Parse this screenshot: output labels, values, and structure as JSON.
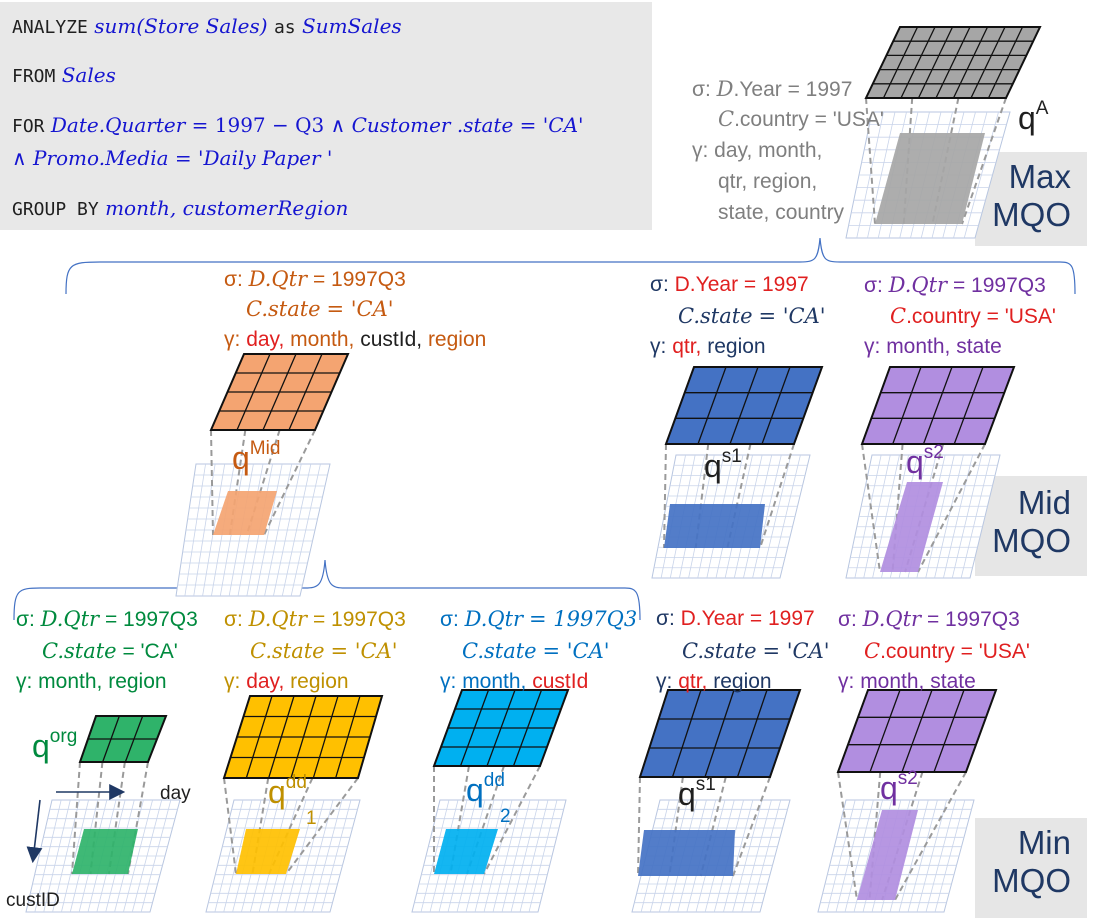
{
  "query": {
    "l1_kw": "ANALYZE",
    "l1_expr": "sum(Store Sales)",
    "l1_as": "as",
    "l1_alias": "SumSales",
    "l2_kw": "FROM",
    "l2_table": "Sales",
    "l3_kw": "FOR",
    "l3_c1": "Date.Quarter",
    "l3_eq1": "= 1997 − Q3 ∧",
    "l3_c2": "Customer .state",
    "l3_eq2": "= 'CA'",
    "l4_and": "∧",
    "l4_c": "Promo.Media",
    "l4_eq": "= 'Daily Paper '",
    "l5_kw": "GROUP  BY",
    "l5_cols": "month, customerRegion"
  },
  "levels": {
    "max_line1": "Max",
    "max_line2": "MQO",
    "mid_line1": "Mid",
    "mid_line2": "MQO",
    "min_line1": "Min",
    "min_line2": "MQO"
  },
  "qA": {
    "sel_prefix": "σ:",
    "sel1_var": "D",
    "sel1_rest": ".Year = 1997",
    "sel2_var": "C",
    "sel2_rest": ".country = 'USA'",
    "grp_prefix": "γ: day, month,",
    "grp_line2": "qtr, region,",
    "grp_line3": "state, country",
    "label": "q",
    "sup": "A"
  },
  "mid": {
    "qmid": {
      "sel_prefix": "σ:",
      "sel1": "D.Qtr",
      "sel1_val": "= 1997Q3",
      "sel2": "C.state",
      "sel2_val": "= 'CA'",
      "grp_prefix": "γ:",
      "g1": "day,",
      "g2": "month,",
      "g3": "custId,",
      "g4": "region",
      "label": "q",
      "sup": "Mid"
    },
    "qs1": {
      "sel_prefix": "σ:",
      "sel1": "D.Year = 1997",
      "sel2": "C.state",
      "sel2_val": "= 'CA'",
      "grp_prefix": "γ:",
      "g1": "qtr,",
      "g2": "region",
      "label": "q",
      "sup": "s1"
    },
    "qs2": {
      "sel_prefix": "σ:",
      "sel1": "D.Qtr",
      "sel1_val": "= 1997Q3",
      "sel2_var": "C",
      "sel2_rest": ".country = 'USA'",
      "grp_prefix": "γ:",
      "g1": "month,",
      "g2": "state",
      "label": "q",
      "sup": "s2"
    }
  },
  "min": {
    "qorg": {
      "sel_prefix": "σ:",
      "sel1": "D.Qtr",
      "sel1_val": "= 1997Q3",
      "sel2": "C.state",
      "sel2_val": "= 'CA'",
      "grp": "γ: month, region",
      "label": "q",
      "sup": "org",
      "axis_day": "day",
      "axis_cust": "custID"
    },
    "qdd1": {
      "sel_prefix": "σ:",
      "sel1": "D.Qtr",
      "sel1_val": "= 1997Q3",
      "sel2": "C.state",
      "sel2_val": "= 'CA'",
      "grp_prefix": "γ:",
      "g1": "day,",
      "g2": "region",
      "label": "q",
      "sup": "dd",
      "sub": "1"
    },
    "qdd2": {
      "sel_prefix": "σ:",
      "sel1": "D.Qtr",
      "sel1_val": "= 1997Q3",
      "sel2": "C.state",
      "sel2_val": "= 'CA'",
      "grp_prefix": "γ:",
      "g1": "month,",
      "g2": "custId",
      "label": "q",
      "sup": "dd",
      "sub": "2"
    },
    "qs1": {
      "sel_prefix": "σ:",
      "sel1": "D.Year = 1997",
      "sel2": "C.state",
      "sel2_val": "= 'CA'",
      "grp_prefix": "γ:",
      "g1": "qtr,",
      "g2": "region",
      "label": "q",
      "sup": "s1"
    },
    "qs2": {
      "sel_prefix": "σ:",
      "sel1": "D.Qtr",
      "sel1_val": "= 1997Q3",
      "sel2_var": "C",
      "sel2_rest": ".country = 'USA'",
      "grp_prefix": "γ:",
      "g1": "month,",
      "g2": "state",
      "label": "q",
      "sup": "s2"
    }
  },
  "colors": {
    "gray": "#a6a6a6",
    "orange": "#f4a471",
    "blue": "#4472c4",
    "purple": "#b18ee0",
    "green": "#2fb36a",
    "yellow": "#ffc000",
    "cyan": "#00b0f0",
    "text_blue": "#1515d0",
    "text_dark": "#1f3864",
    "text_red": "#e02020",
    "text_orange": "#c55a11",
    "text_green": "#008a3e",
    "text_gold": "#bf9000",
    "text_cyan": "#0070c0",
    "text_purple": "#7030a0",
    "text_gray": "#7f7f7f"
  }
}
